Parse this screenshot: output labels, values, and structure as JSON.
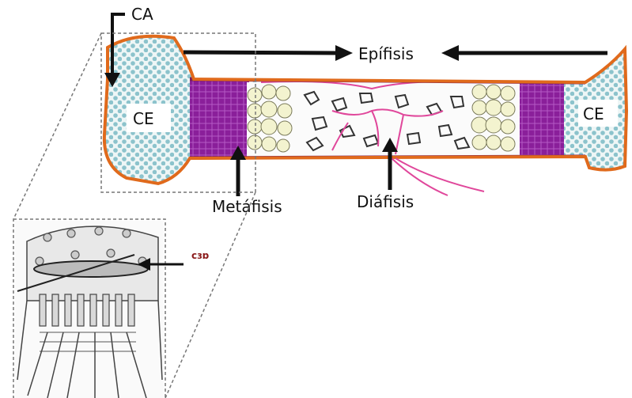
{
  "diagram": {
    "labels": {
      "ca": "CA",
      "epifisis": "Epífisis",
      "ce_left": "CE",
      "ce_right": "CE",
      "metafisis": "Metáfisis",
      "diafisis": "Diáfisis",
      "inset_mark": "cɜɒ"
    },
    "colors": {
      "outline": "#e06a1c",
      "cartilage_dots": "#7bb6c0",
      "growth_plate": "#8a1f9a",
      "hypertrophic_cells": "#f3f3cf",
      "marrow_vessels": "#e0479b",
      "shaft_border": "#7a1f5a"
    }
  }
}
